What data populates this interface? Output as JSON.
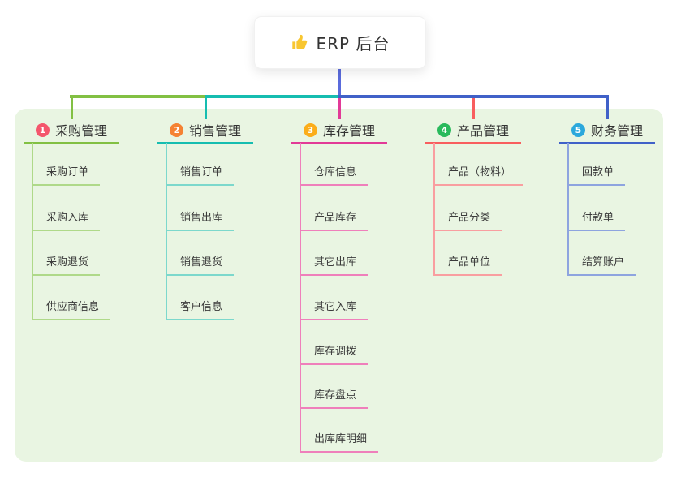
{
  "root": {
    "title": "ERP 后台",
    "icon": "thumbs-up-icon"
  },
  "colors": {
    "canvas_bg": "#ffffff",
    "panel_bg": "#E9F5E2",
    "root_connector": "#5A6BDC",
    "text": "#333333"
  },
  "branches": [
    {
      "badge": "1",
      "label": "采购管理",
      "badge_color": "#F4566C",
      "line_color": "#82C043",
      "light_color": "#AFD989",
      "children": [
        "采购订单",
        "采购入库",
        "采购退货",
        "供应商信息"
      ]
    },
    {
      "badge": "2",
      "label": "销售管理",
      "badge_color": "#F58233",
      "line_color": "#16BDB0",
      "light_color": "#7CD8CC",
      "children": [
        "销售订单",
        "销售出库",
        "销售退货",
        "客户信息"
      ]
    },
    {
      "badge": "3",
      "label": "库存管理",
      "badge_color": "#FBAD1A",
      "line_color": "#E23A97",
      "light_color": "#EF7FBB",
      "children": [
        "仓库信息",
        "产品库存",
        "其它出库",
        "其它入库",
        "库存调拨",
        "库存盘点",
        "出库库明细"
      ]
    },
    {
      "badge": "4",
      "label": "产品管理",
      "badge_color": "#29BA5C",
      "line_color": "#F85E5E",
      "light_color": "#F99EA0",
      "children": [
        "产品（物料）",
        "产品分类",
        "产品单位"
      ]
    },
    {
      "badge": "5",
      "label": "财务管理",
      "badge_color": "#2BA8DC",
      "line_color": "#4061C8",
      "light_color": "#8EA4DF",
      "children": [
        "回款单",
        "付款单",
        "结算账户"
      ]
    }
  ]
}
